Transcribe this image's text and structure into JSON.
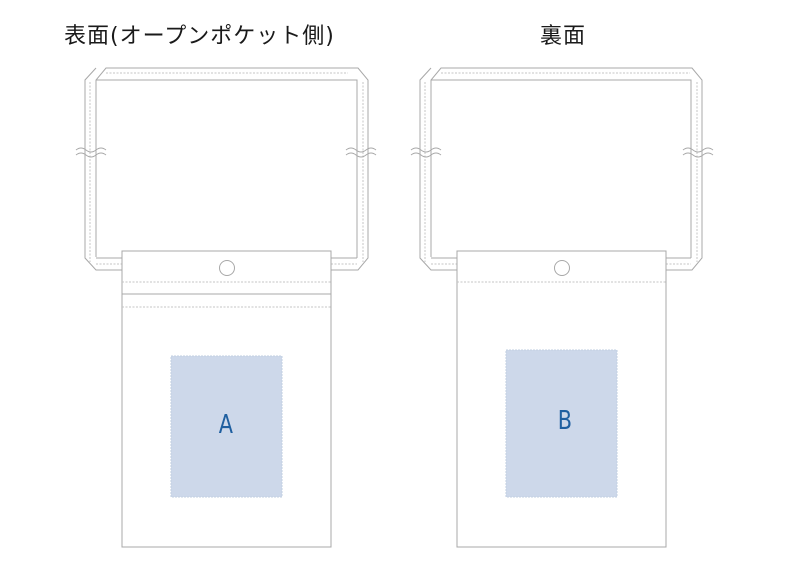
{
  "titles": {
    "front": "表面(オープンポケット側)",
    "back": "裏面"
  },
  "panels": [
    {
      "name": "front",
      "print_area_label": "A",
      "has_open_pocket": true
    },
    {
      "name": "back",
      "print_area_label": "B",
      "has_open_pocket": false
    }
  ],
  "colors": {
    "line": "#a8a8a8",
    "dashed": "#bdbdbd",
    "print_area_fill": "#cdd8ea",
    "print_label": "#1f5fa0",
    "title_text": "#1a1a1a"
  }
}
